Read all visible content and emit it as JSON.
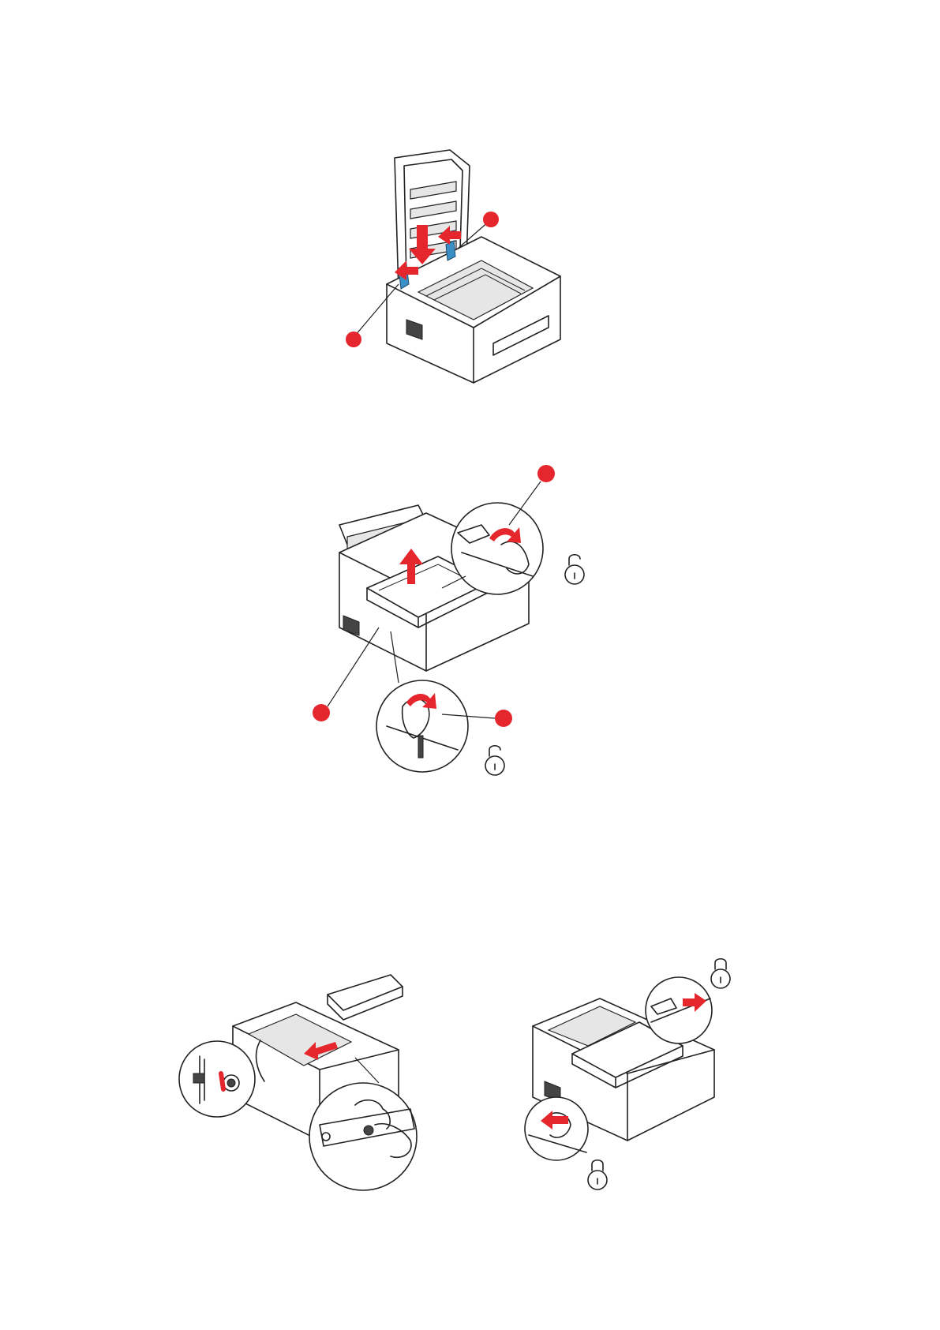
{
  "page": {
    "background": "#ffffff"
  },
  "colors": {
    "callout": "#e5262c",
    "arrow": "#e5262c",
    "latch": "#3a8fc4",
    "outline": "#222222"
  },
  "figures": [
    {
      "id": "fig-1",
      "subject": "printer-open-insert-belt",
      "callouts": 2,
      "icons": []
    },
    {
      "id": "fig-2",
      "subject": "printer-lift-belt",
      "callouts": 3,
      "icons": [
        "unlock-icon",
        "unlock-icon"
      ]
    },
    {
      "id": "fig-3",
      "subject": "belt-installation-detail",
      "callouts": 0,
      "icons": []
    },
    {
      "id": "fig-4",
      "subject": "printer-lock-belt",
      "callouts": 0,
      "icons": [
        "lock-icon",
        "lock-icon"
      ]
    }
  ]
}
